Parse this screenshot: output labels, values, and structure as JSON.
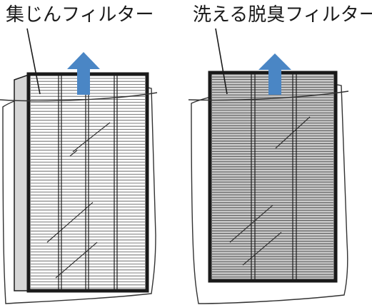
{
  "figure": {
    "left": {
      "label": "集じんフィルター",
      "icon": "up-arrow-icon",
      "filter_style": "white-mesh"
    },
    "right": {
      "label": "洗える脱臭フィルター",
      "icon": "up-arrow-icon",
      "filter_style": "gray-mesh"
    }
  },
  "colors": {
    "arrow": "#4a86c5",
    "frame": "#1a1a1a",
    "left_fill": "#ffffff",
    "left_side_panel": "#d6d6d6",
    "right_fill": "#c8c8c8",
    "line": "#333333"
  }
}
